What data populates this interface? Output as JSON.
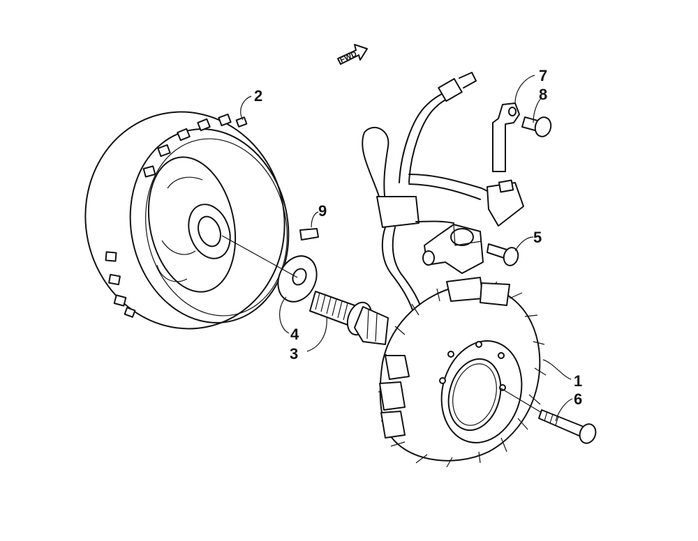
{
  "direction_indicator": {
    "label": "FWD"
  },
  "callouts": [
    {
      "id": "1",
      "label": "1"
    },
    {
      "id": "2",
      "label": "2"
    },
    {
      "id": "3",
      "label": "3"
    },
    {
      "id": "4",
      "label": "4"
    },
    {
      "id": "5",
      "label": "5"
    },
    {
      "id": "6",
      "label": "6"
    },
    {
      "id": "7",
      "label": "7"
    },
    {
      "id": "8",
      "label": "8"
    },
    {
      "id": "9",
      "label": "9"
    }
  ]
}
